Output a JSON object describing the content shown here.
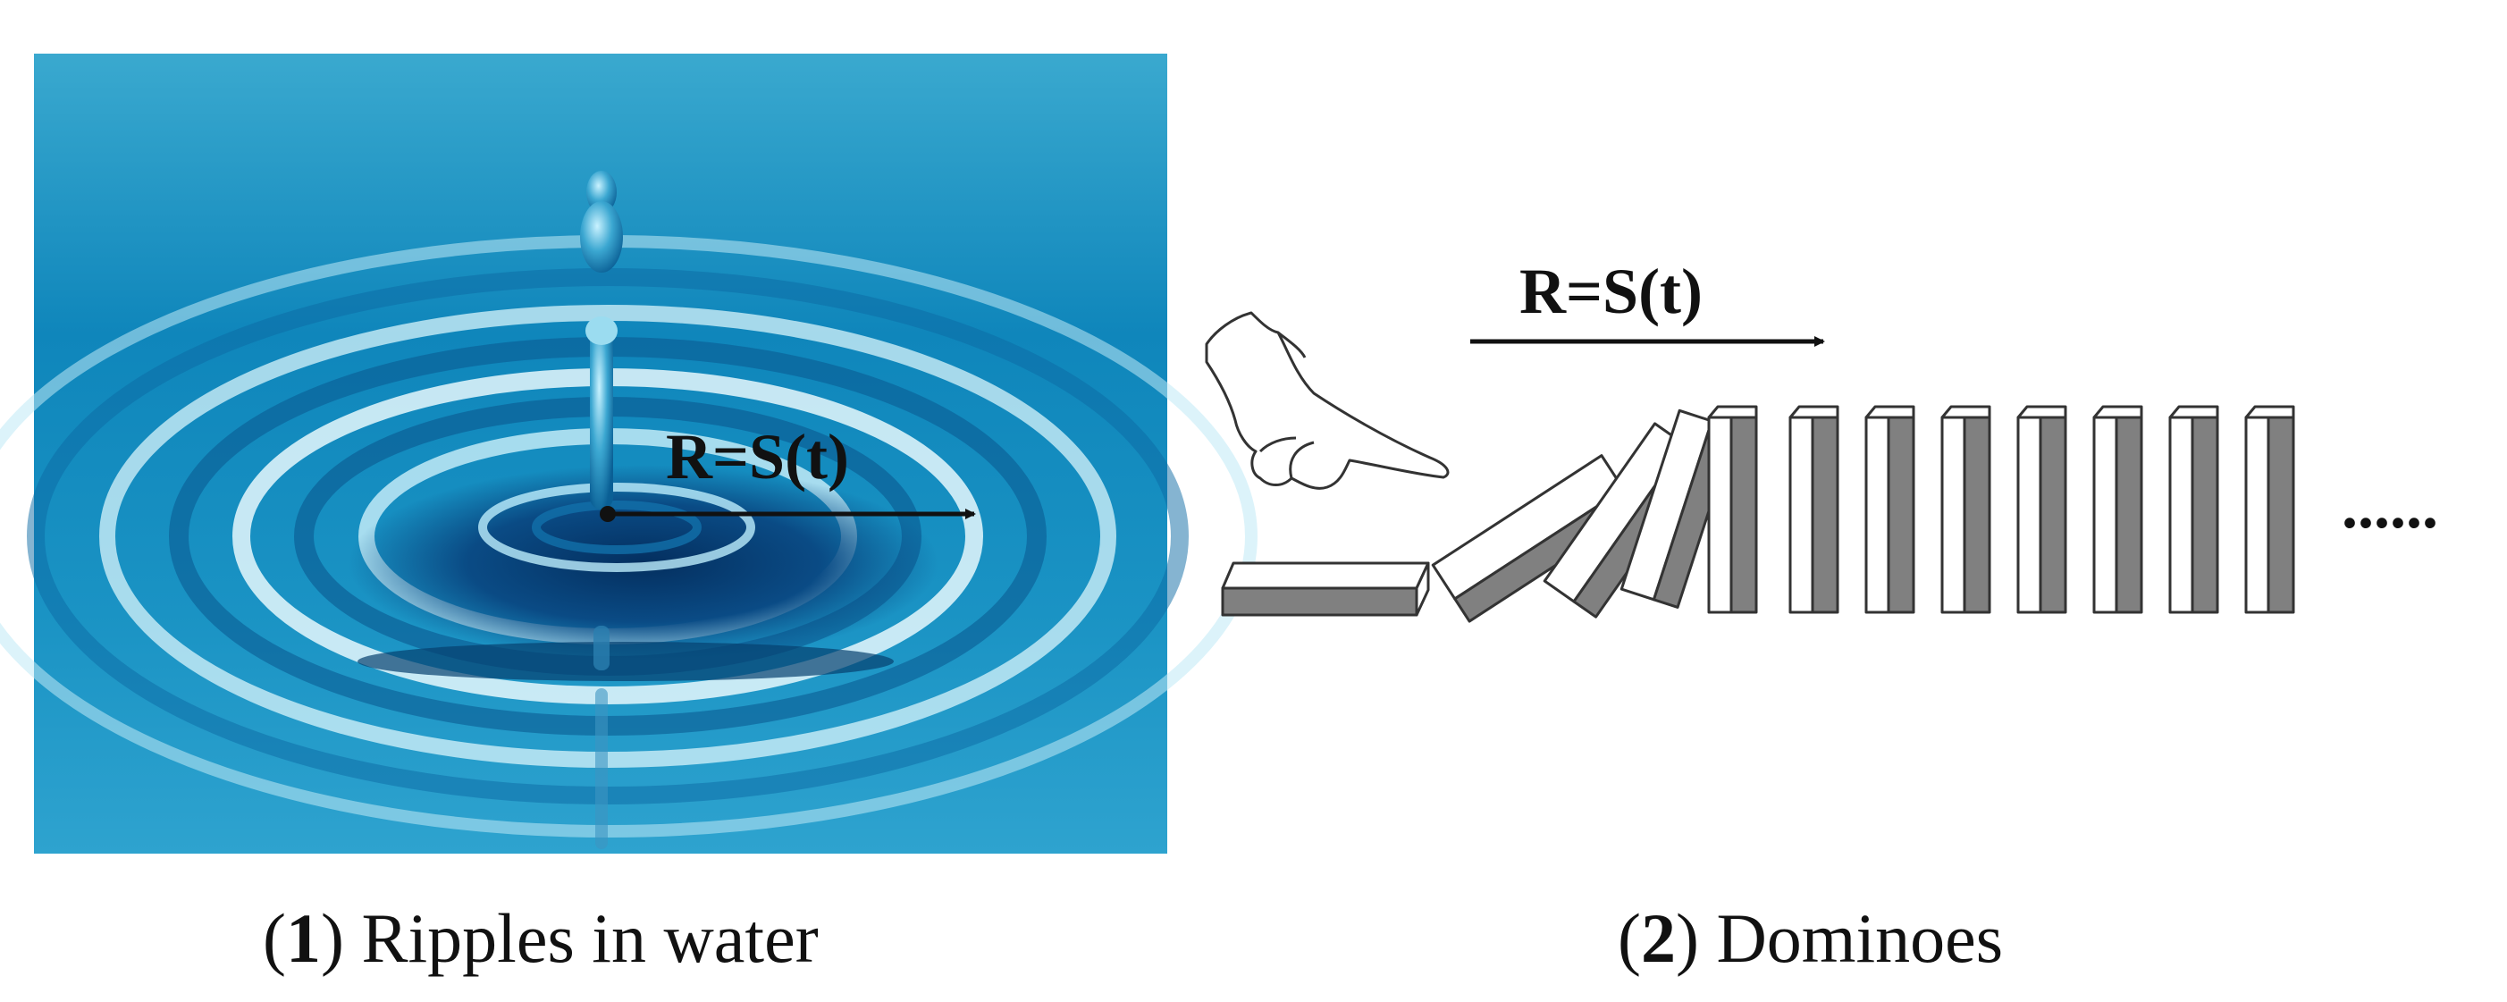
{
  "panel1": {
    "formula": "R=S(t)",
    "caption_number": "1",
    "caption_text": "Ripples in water"
  },
  "panel2": {
    "formula": "R=S(t)",
    "ellipsis": "......",
    "caption_number": "2",
    "caption_text": "Dominoes"
  },
  "colors": {
    "water_light": "#7fd3ea",
    "water_mid": "#1e8fc0",
    "water_dark": "#063a6e",
    "domino_face": "#ffffff",
    "domino_side": "#808080"
  },
  "icons": [
    "water-drop-icon",
    "pointing-hand-icon",
    "domino-icon"
  ]
}
